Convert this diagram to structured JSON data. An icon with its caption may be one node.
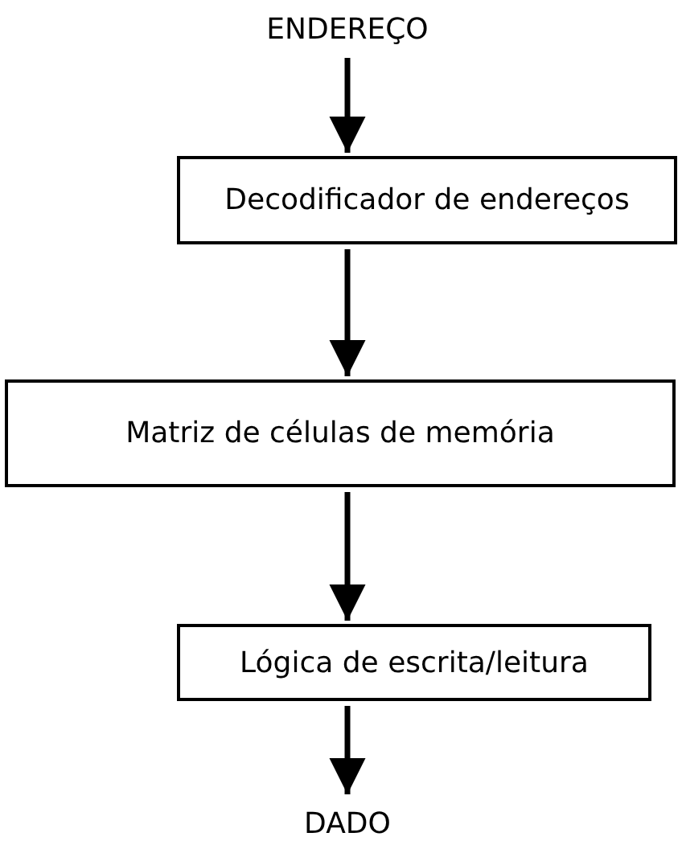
{
  "diagram": {
    "nodes": [
      {
        "text": [
          "ENDEREÇO"
        ]
      },
      {
        "text": [
          "Decodificador de endereços"
        ]
      },
      {
        "text": [
          "Matriz de células de memória"
        ]
      },
      {
        "text": [
          "Lógica de escrita/leitura"
        ]
      },
      {
        "text": [
          "DADO"
        ]
      }
    ],
    "edges": [
      {
        "from": 0,
        "to": 1,
        "arrow": "to"
      },
      {
        "from": 1,
        "to": 2,
        "arrow": "to"
      },
      {
        "from": 2,
        "to": 3,
        "arrow": "to"
      },
      {
        "from": 3,
        "to": 4,
        "arrow": "to"
      }
    ]
  }
}
